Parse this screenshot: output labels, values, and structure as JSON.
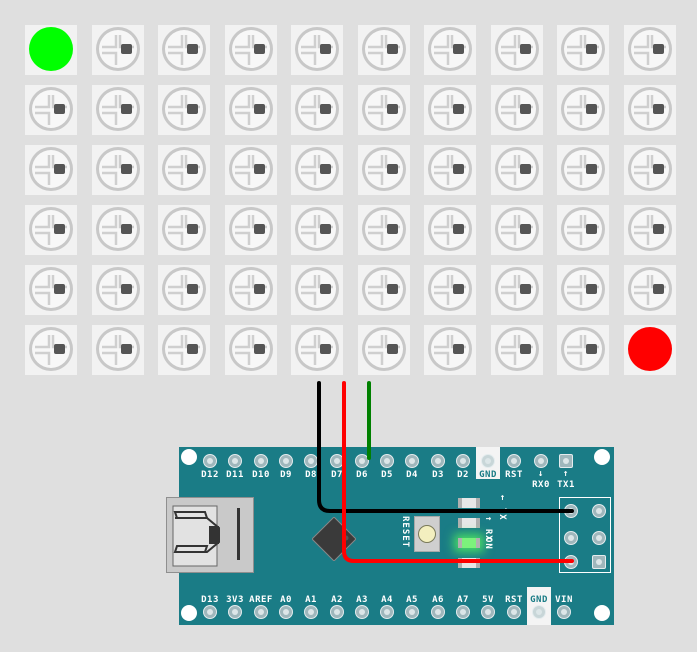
{
  "led_matrix": {
    "rows": 6,
    "cols": 10,
    "lit": [
      {
        "row": 0,
        "col": 0,
        "color": "#00ff00"
      },
      {
        "row": 5,
        "col": 9,
        "color": "#ff0000"
      }
    ]
  },
  "wires": [
    {
      "name": "gnd-wire",
      "color": "#000000"
    },
    {
      "name": "power-wire",
      "color": "#ff0000"
    },
    {
      "name": "data-wire",
      "color": "#008000"
    }
  ],
  "board": {
    "color": "#1a7c86",
    "top_pins": [
      "D12",
      "D11",
      "D10",
      "D9",
      "D8",
      "D7",
      "D6",
      "D5",
      "D4",
      "D3",
      "D2",
      "GND",
      "RST",
      "RX0",
      "TX1"
    ],
    "rx_arrow": "↓",
    "tx_arrow": "↑",
    "bottom_pins": [
      "D13",
      "3V3",
      "AREF",
      "A0",
      "A1",
      "A2",
      "A3",
      "A4",
      "A5",
      "A6",
      "A7",
      "5V",
      "RST",
      "GND",
      "VIN"
    ],
    "reset_label": "RESET",
    "tx_label": "← TX",
    "rx_label": "↑ RX",
    "on_label": "ON"
  }
}
